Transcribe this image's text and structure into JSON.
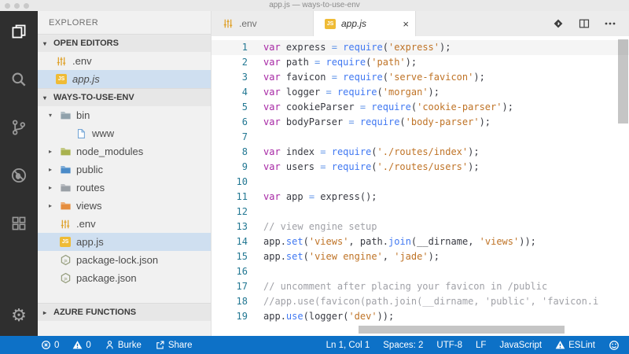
{
  "window": {
    "title": "app.js — ways-to-use-env"
  },
  "colors": {
    "accent": "#0d71c7",
    "activity_bar": "#2f2f2f",
    "sidebar": "#f1f1f1",
    "selection": "#cfdff0",
    "keyword": "#a626a4",
    "function_name": "#4078f2",
    "string": "#bf7326",
    "comment": "#a0a1a7",
    "identifier": "#383a42",
    "operator": "#6295e8",
    "line_number": "#237893",
    "js_icon_bg": "#efbb35",
    "env_icon": "#dfa32e"
  },
  "activity_bar": {
    "items": [
      {
        "name": "files-icon",
        "active": true
      },
      {
        "name": "search-icon",
        "active": false
      },
      {
        "name": "source-control-icon",
        "active": false
      },
      {
        "name": "debug-icon",
        "active": false
      },
      {
        "name": "extensions-icon",
        "active": false
      }
    ],
    "bottom": [
      {
        "name": "settings-gear-icon",
        "active": false
      }
    ]
  },
  "sidebar": {
    "title": "EXPLORER",
    "sections": [
      {
        "label": "OPEN EDITORS",
        "expanded": true,
        "kind": "open_editors",
        "gap_before": false
      },
      {
        "label": "WAYS-TO-USE-ENV",
        "expanded": true,
        "kind": "tree",
        "gap_before": false
      },
      {
        "label": "AZURE FUNCTIONS",
        "expanded": false,
        "kind": "empty",
        "gap_before": true
      }
    ],
    "open_editors": [
      {
        "icon": "env-icon",
        "label": ".env",
        "selected": false,
        "italic": false
      },
      {
        "icon": "js-icon",
        "label": "app.js",
        "selected": true,
        "italic": true
      }
    ],
    "tree": [
      {
        "indent": 1,
        "arrow": "expanded",
        "icon": "folder-icon",
        "color": "#90a1ab",
        "label": "bin",
        "selected": false,
        "italic": false
      },
      {
        "indent": 2,
        "arrow": "none",
        "icon": "file-icon",
        "color": "#74a5d6",
        "label": "www",
        "selected": false,
        "italic": false
      },
      {
        "indent": 1,
        "arrow": "collapsed",
        "icon": "folder-icon",
        "color": "#a9b24f",
        "label": "node_modules",
        "selected": false,
        "italic": false
      },
      {
        "indent": 1,
        "arrow": "collapsed",
        "icon": "folder-icon",
        "color": "#4b8bc8",
        "label": "public",
        "selected": false,
        "italic": false
      },
      {
        "indent": 1,
        "arrow": "collapsed",
        "icon": "folder-icon",
        "color": "#9aa0a6",
        "label": "routes",
        "selected": false,
        "italic": false
      },
      {
        "indent": 1,
        "arrow": "collapsed",
        "icon": "folder-icon",
        "color": "#e58d3e",
        "label": "views",
        "selected": false,
        "italic": false
      },
      {
        "indent": 1,
        "arrow": "none",
        "icon": "env-icon",
        "color": "#dfa32e",
        "label": ".env",
        "selected": false,
        "italic": false
      },
      {
        "indent": 1,
        "arrow": "none",
        "icon": "js-icon",
        "color": "#efbb35",
        "label": "app.js",
        "selected": true,
        "italic": false
      },
      {
        "indent": 1,
        "arrow": "none",
        "icon": "node-icon",
        "color": "#8f9775",
        "label": "package-lock.json",
        "selected": false,
        "italic": false
      },
      {
        "indent": 1,
        "arrow": "none",
        "icon": "node-icon",
        "color": "#8f9775",
        "label": "package.json",
        "selected": false,
        "italic": false
      }
    ]
  },
  "tabs": {
    "items": [
      {
        "label": ".env",
        "icon": "env-icon",
        "active": false,
        "italic": false,
        "close_icon": false
      },
      {
        "label": "app.js",
        "icon": "js-icon",
        "active": true,
        "italic": true,
        "close_icon": true
      }
    ],
    "close_glyph": "×",
    "actions": [
      {
        "name": "extension-action-icon"
      },
      {
        "name": "split-editor-icon"
      },
      {
        "name": "more-actions-icon"
      }
    ]
  },
  "editor": {
    "cursor_line": 1,
    "lines": [
      {
        "n": "1",
        "tokens": [
          [
            "k",
            "var "
          ],
          [
            "i",
            "express "
          ],
          [
            "o",
            "= "
          ],
          [
            "f",
            "require"
          ],
          [
            "p",
            "("
          ],
          [
            "s",
            "'express'"
          ],
          [
            "p",
            ");"
          ]
        ]
      },
      {
        "n": "2",
        "tokens": [
          [
            "k",
            "var "
          ],
          [
            "i",
            "path "
          ],
          [
            "o",
            "= "
          ],
          [
            "f",
            "require"
          ],
          [
            "p",
            "("
          ],
          [
            "s",
            "'path'"
          ],
          [
            "p",
            ");"
          ]
        ]
      },
      {
        "n": "3",
        "tokens": [
          [
            "k",
            "var "
          ],
          [
            "i",
            "favicon "
          ],
          [
            "o",
            "= "
          ],
          [
            "f",
            "require"
          ],
          [
            "p",
            "("
          ],
          [
            "s",
            "'serve-favicon'"
          ],
          [
            "p",
            ");"
          ]
        ]
      },
      {
        "n": "4",
        "tokens": [
          [
            "k",
            "var "
          ],
          [
            "i",
            "logger "
          ],
          [
            "o",
            "= "
          ],
          [
            "f",
            "require"
          ],
          [
            "p",
            "("
          ],
          [
            "s",
            "'morgan'"
          ],
          [
            "p",
            ");"
          ]
        ]
      },
      {
        "n": "5",
        "tokens": [
          [
            "k",
            "var "
          ],
          [
            "i",
            "cookieParser "
          ],
          [
            "o",
            "= "
          ],
          [
            "f",
            "require"
          ],
          [
            "p",
            "("
          ],
          [
            "s",
            "'cookie-parser'"
          ],
          [
            "p",
            ");"
          ]
        ]
      },
      {
        "n": "6",
        "tokens": [
          [
            "k",
            "var "
          ],
          [
            "i",
            "bodyParser "
          ],
          [
            "o",
            "= "
          ],
          [
            "f",
            "require"
          ],
          [
            "p",
            "("
          ],
          [
            "s",
            "'body-parser'"
          ],
          [
            "p",
            ");"
          ]
        ]
      },
      {
        "n": "7",
        "tokens": []
      },
      {
        "n": "8",
        "tokens": [
          [
            "k",
            "var "
          ],
          [
            "i",
            "index "
          ],
          [
            "o",
            "= "
          ],
          [
            "f",
            "require"
          ],
          [
            "p",
            "("
          ],
          [
            "s",
            "'./routes/index'"
          ],
          [
            "p",
            ");"
          ]
        ]
      },
      {
        "n": "9",
        "tokens": [
          [
            "k",
            "var "
          ],
          [
            "i",
            "users "
          ],
          [
            "o",
            "= "
          ],
          [
            "f",
            "require"
          ],
          [
            "p",
            "("
          ],
          [
            "s",
            "'./routes/users'"
          ],
          [
            "p",
            ");"
          ]
        ]
      },
      {
        "n": "10",
        "tokens": []
      },
      {
        "n": "11",
        "tokens": [
          [
            "k",
            "var "
          ],
          [
            "i",
            "app "
          ],
          [
            "o",
            "= "
          ],
          [
            "i",
            "express"
          ],
          [
            "p",
            "();"
          ]
        ]
      },
      {
        "n": "12",
        "tokens": []
      },
      {
        "n": "13",
        "tokens": [
          [
            "c",
            "// view engine setup"
          ]
        ]
      },
      {
        "n": "14",
        "tokens": [
          [
            "i",
            "app"
          ],
          [
            "p",
            "."
          ],
          [
            "f",
            "set"
          ],
          [
            "p",
            "("
          ],
          [
            "s",
            "'views'"
          ],
          [
            "p",
            ", "
          ],
          [
            "i",
            "path"
          ],
          [
            "p",
            "."
          ],
          [
            "f",
            "join"
          ],
          [
            "p",
            "("
          ],
          [
            "i",
            "__dirname"
          ],
          [
            "p",
            ", "
          ],
          [
            "s",
            "'views'"
          ],
          [
            "p",
            "));"
          ]
        ]
      },
      {
        "n": "15",
        "tokens": [
          [
            "i",
            "app"
          ],
          [
            "p",
            "."
          ],
          [
            "f",
            "set"
          ],
          [
            "p",
            "("
          ],
          [
            "s",
            "'view engine'"
          ],
          [
            "p",
            ", "
          ],
          [
            "s",
            "'jade'"
          ],
          [
            "p",
            ");"
          ]
        ]
      },
      {
        "n": "16",
        "tokens": []
      },
      {
        "n": "17",
        "tokens": [
          [
            "c",
            "// uncomment after placing your favicon in /public"
          ]
        ]
      },
      {
        "n": "18",
        "tokens": [
          [
            "c",
            "//app.use(favicon(path.join(__dirname, 'public', 'favicon.i"
          ]
        ]
      },
      {
        "n": "19",
        "tokens": [
          [
            "i",
            "app"
          ],
          [
            "p",
            "."
          ],
          [
            "f",
            "use"
          ],
          [
            "p",
            "("
          ],
          [
            "i",
            "logger"
          ],
          [
            "p",
            "("
          ],
          [
            "s",
            "'dev'"
          ],
          [
            "p",
            "));"
          ]
        ]
      }
    ]
  },
  "status_bar": {
    "left": [
      {
        "icon": "error-icon",
        "label": "0"
      },
      {
        "icon": "warning-icon",
        "label": "0"
      },
      {
        "icon": "person-icon",
        "label": "Burke"
      },
      {
        "icon": "share-icon",
        "label": "Share"
      }
    ],
    "right": [
      {
        "icon": "",
        "label": "Ln 1, Col 1"
      },
      {
        "icon": "",
        "label": "Spaces: 2"
      },
      {
        "icon": "",
        "label": "UTF-8"
      },
      {
        "icon": "",
        "label": "LF"
      },
      {
        "icon": "",
        "label": "JavaScript"
      },
      {
        "icon": "warning-icon",
        "label": "ESLint"
      },
      {
        "icon": "smiley-icon",
        "label": ""
      }
    ]
  }
}
